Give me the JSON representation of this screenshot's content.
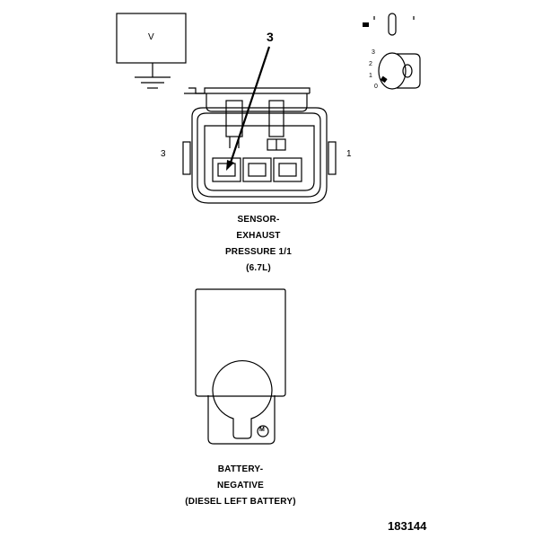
{
  "meter": {
    "label": "V"
  },
  "ignition": {
    "positions": [
      "3",
      "2",
      "1",
      "0"
    ]
  },
  "connector": {
    "callout": "3",
    "pin_left": "3",
    "pin_right": "1",
    "title_lines": [
      "SENSOR-",
      "EXHAUST",
      "PRESSURE 1/1",
      "(6.7L)"
    ]
  },
  "terminal": {
    "marker": "M",
    "title_lines": [
      "BATTERY-",
      "NEGATIVE",
      "(DIESEL LEFT BATTERY)"
    ]
  },
  "figure_number": "183144"
}
